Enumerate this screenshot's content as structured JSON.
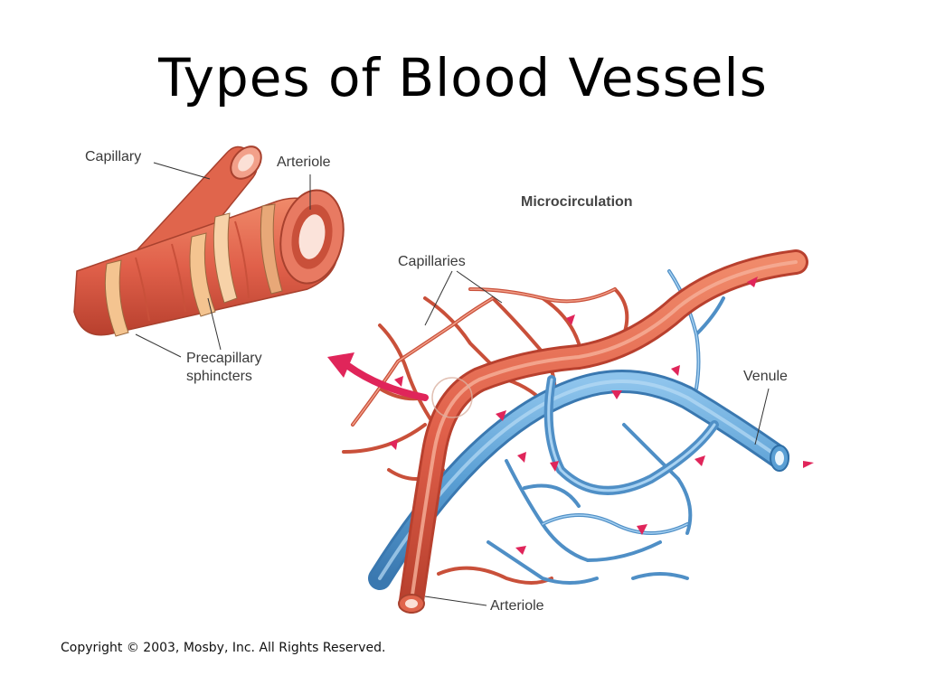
{
  "slide": {
    "title": "Types of Blood Vessels"
  },
  "labels": {
    "capillary": "Capillary",
    "arteriole_top": "Arteriole",
    "precapillary_line1": "Precapillary",
    "precapillary_line2": "sphincters",
    "microcirculation": "Microcirculation",
    "capillaries": "Capillaries",
    "venule": "Venule",
    "arteriole_bottom": "Arteriole"
  },
  "copyright": "Copyright © 2003, Mosby, Inc. All Rights Reserved.",
  "colors": {
    "artery": "#e0714f",
    "artery_dark": "#c44a35",
    "vein": "#5a9fd4",
    "vein_dark": "#2e6ea6",
    "flow_arrow": "#e0255a",
    "sphincter": "#f4c490"
  }
}
